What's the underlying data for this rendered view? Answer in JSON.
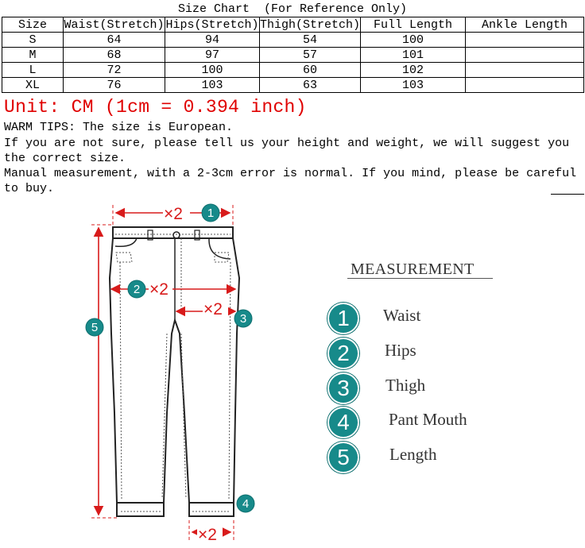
{
  "size_chart": {
    "title": "Size Chart  (For Reference Only)",
    "headers": [
      "Size",
      "Waist(Stretch)",
      "Hips(Stretch)",
      "Thigh(Stretch)",
      "Full Length",
      "Ankle Length"
    ],
    "rows": [
      [
        "S",
        "64",
        "94",
        "54",
        "100",
        ""
      ],
      [
        "M",
        "68",
        "97",
        "57",
        "101",
        ""
      ],
      [
        "L",
        "72",
        "100",
        "60",
        "102",
        ""
      ],
      [
        "XL",
        "76",
        "103",
        "63",
        "103",
        ""
      ]
    ]
  },
  "notes": {
    "unit": "Unit: CM (1cm = 0.394 inch)",
    "warm_tips": "WARM TIPS: The size is European.",
    "suggest_line1": "If you are not sure, please tell us your height and weight, we will suggest you",
    "suggest_line2": "the correct size.",
    "manual_line1": "Manual measurement, with a 2-3cm error is normal. If you mind, please be careful",
    "manual_line2": "to buy."
  },
  "diagram": {
    "multiplier": "×2",
    "markers": [
      "1",
      "2",
      "3",
      "4",
      "5"
    ]
  },
  "measurement_legend": {
    "title": "MEASUREMENT",
    "items": [
      {
        "number": "1",
        "label": "Waist"
      },
      {
        "number": "2",
        "label": "Hips"
      },
      {
        "number": "3",
        "label": "Thigh"
      },
      {
        "number": "4",
        "label": "Pant Mouth"
      },
      {
        "number": "5",
        "label": "Length"
      }
    ]
  },
  "colors": {
    "accent_red": "#e00000",
    "arrow_red": "#d81b1b",
    "marker_teal": "#178a8a"
  }
}
